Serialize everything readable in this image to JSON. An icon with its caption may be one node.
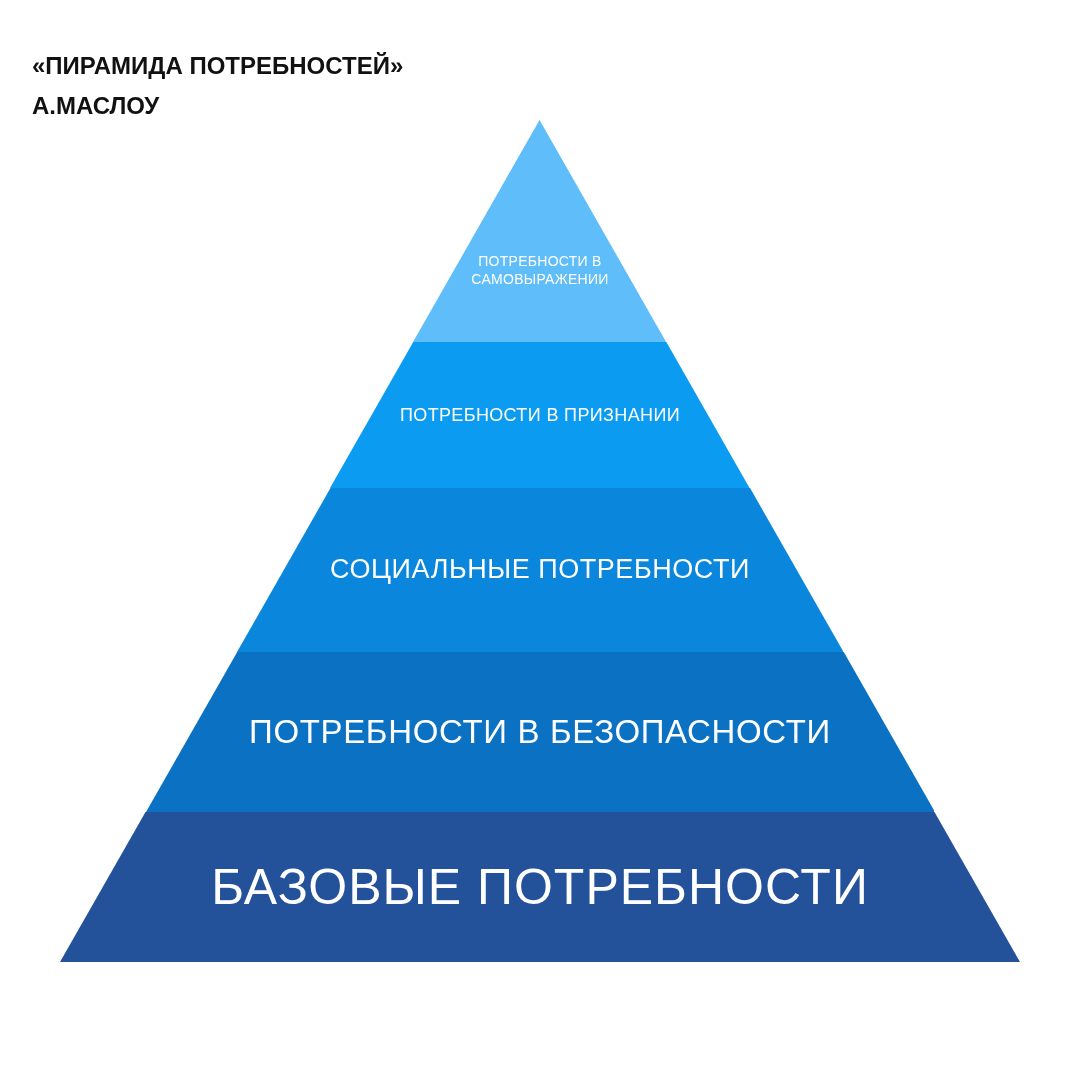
{
  "diagram": {
    "title": "«ПИРАМИДА ПОТРЕБНОСТЕЙ» А.МАСЛОУ",
    "nodes": [
      {
        "text": [
          "ПОТРЕБНОСТИ В САМОВЫРАЖЕНИИ"
        ]
      },
      {
        "text": [
          "ПОТРЕБНОСТИ В ПРИЗНАНИИ"
        ]
      },
      {
        "text": [
          "СОЦИАЛЬНЫЕ ПОТРЕБНОСТИ"
        ]
      },
      {
        "text": [
          "ПОТРЕБНОСТИ В БЕЗОПАСНОСТИ"
        ]
      },
      {
        "text": [
          "БАЗОВЫЕ ПОТРЕБНОСТИ"
        ]
      }
    ]
  }
}
